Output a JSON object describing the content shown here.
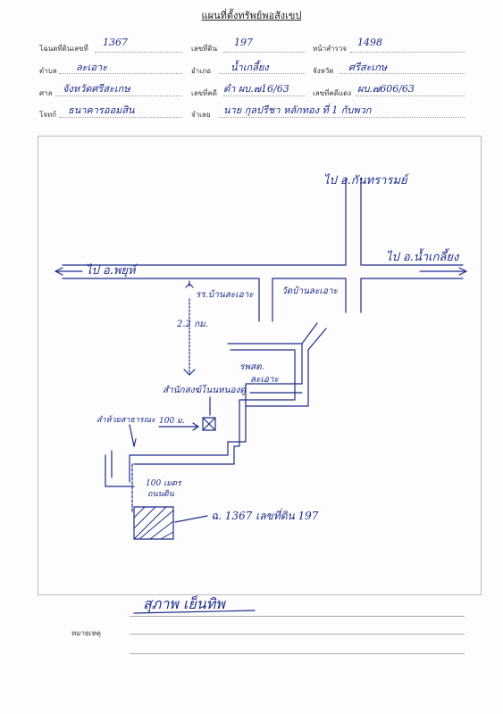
{
  "header": {
    "title": "แผนที่ตั้งทรัพย์พอสังเขป"
  },
  "fields": {
    "row1": {
      "deed_no_label": "โฉนดที่ดินเลขที่",
      "deed_no_value": "1367",
      "land_no_label": "เลขที่ดิน",
      "land_no_value": "197",
      "survey_page_label": "หน้าสำรวจ",
      "survey_page_value": "1498"
    },
    "row2": {
      "tambon_label": "ตำบล",
      "tambon_value": "ละเอาะ",
      "amphoe_label": "อำเภอ",
      "amphoe_value": "น้ำเกลี้ยง",
      "province_label": "จังหวัด",
      "province_value": "ศรีสะเกษ"
    },
    "row3": {
      "court_label": "ศาล",
      "court_value": "จังหวัดศรีสะเกษ",
      "black_case_label": "เลขที่คดี",
      "black_case_value": "ดำ ผบ.๗16/63",
      "red_case_label": "เลขที่คดีแดง",
      "red_case_value": "ผบ.๗606/63"
    },
    "row4": {
      "plaintiff_label": "โจทก์",
      "plaintiff_value": "ธนาคารออมสิน",
      "defendant_label": "จำเลย",
      "defendant_value": "นาย กุลปรีชา หลักทอง ที่ 1 กับพวก"
    }
  },
  "map": {
    "road_north_label": "ไป อ.กันทรารมย์",
    "road_east_label": "ไป อ.น้ำเกลี้ยง",
    "road_west_label": "ไป อ.พยุห์",
    "school_label": "รร.บ้านละเอาะ",
    "temple_label": "วัดบ้านละเอาะ",
    "distance_label": "2.2 กม.",
    "hospital_label_1": "รพสต.",
    "hospital_label_2": "ละเอาะ",
    "monk_office_label": "สำนักสงฆ์โนนหนองดู่",
    "canal_label": "ลำห้วยสาธารณะ",
    "dist_100m_label": "100 ม.",
    "dirt_road_label_1": "100 เมตร",
    "dirt_road_label_2": "ถนนดิน",
    "property_label": "ฉ. 1367 เลขที่ดิน 197"
  },
  "signature": {
    "text": "สุภาพ เย็นทิพ"
  },
  "remarks": {
    "label": "หมายเหตุ"
  },
  "colors": {
    "ink": "#1d2a8a",
    "print": "#222222"
  }
}
